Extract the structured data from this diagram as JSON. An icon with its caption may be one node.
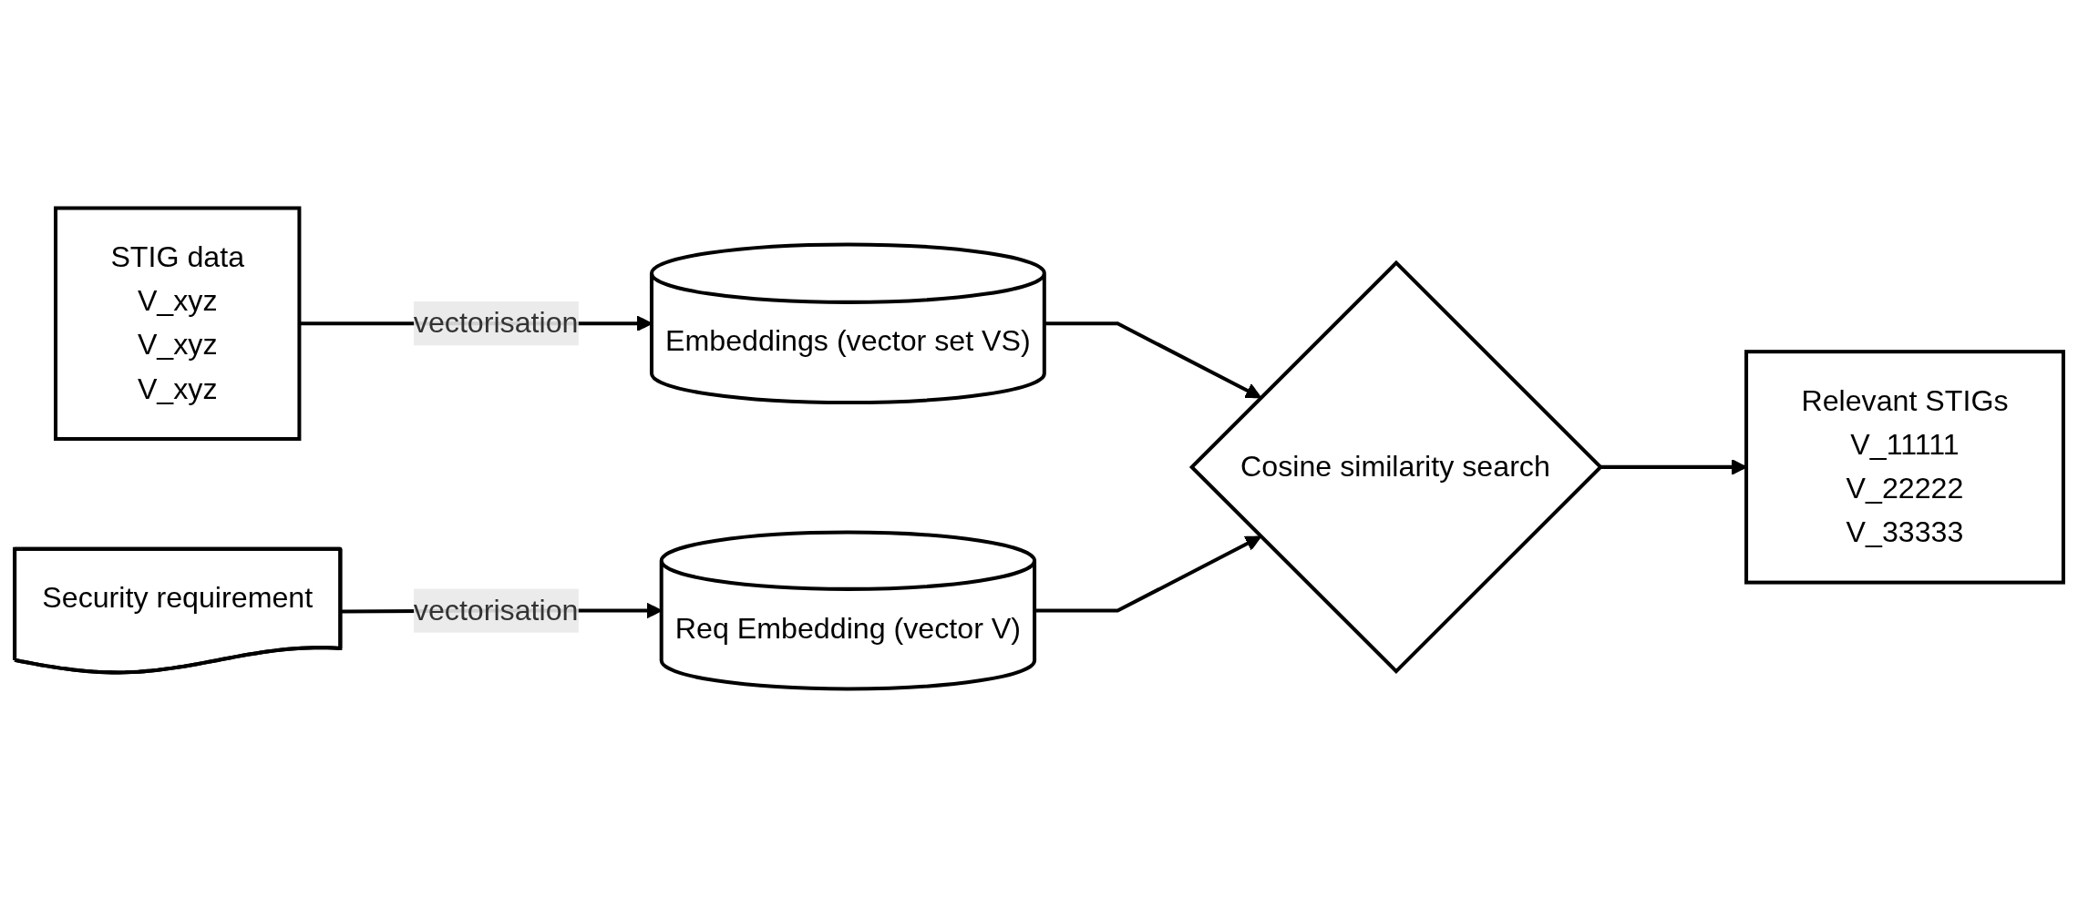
{
  "diagram": {
    "nodes": [
      {
        "text": [
          "STIG data",
          "V_xyz",
          "V_xyz",
          "V_xyz"
        ]
      },
      {
        "text": [
          "Embeddings (vector set VS)"
        ]
      },
      {
        "text": [
          "Security requirement"
        ]
      },
      {
        "text": [
          "Req Embedding (vector V)"
        ]
      },
      {
        "text": [
          "Cosine similarity search"
        ]
      },
      {
        "text": [
          "Relevant STIGs",
          "V_11111",
          "V_22222",
          "V_33333"
        ]
      }
    ],
    "edges": [
      {
        "from": 0,
        "to": 1,
        "arrow": "to",
        "label": "vectorisation"
      },
      {
        "from": 1,
        "to": 4,
        "arrow": "to"
      },
      {
        "from": 2,
        "to": 3,
        "arrow": "to",
        "label": "vectorisation"
      },
      {
        "from": 3,
        "to": 4,
        "arrow": "to"
      },
      {
        "from": 4,
        "to": 5,
        "arrow": "to"
      }
    ]
  }
}
